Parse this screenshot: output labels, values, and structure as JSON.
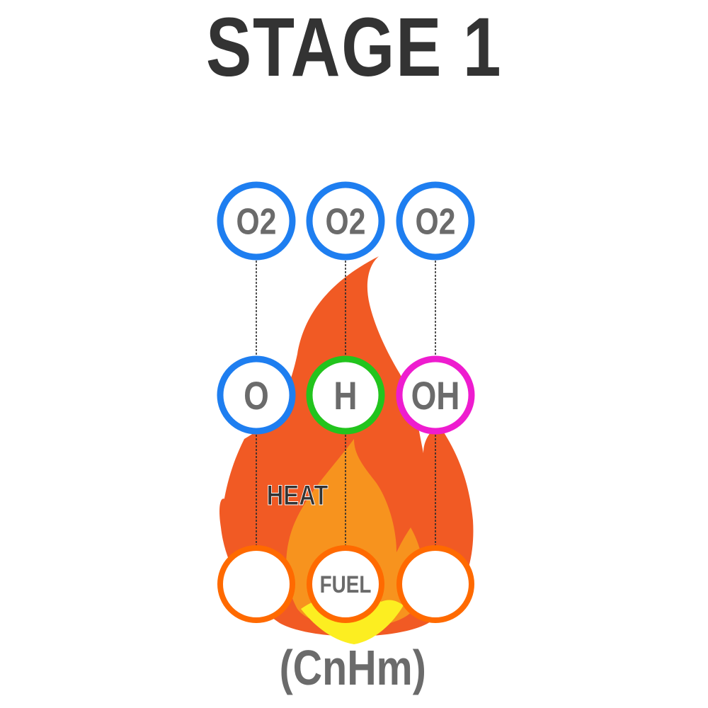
{
  "title": "STAGE 1",
  "formula": "(CnHm)",
  "heat_label": "HEAT",
  "colors": {
    "flame_outer": "#f15a24",
    "flame_mid": "#f7931e",
    "flame_inner": "#fcee21",
    "oxygen_ring": "#1e7ef0",
    "hydrogen_ring": "#22c41d",
    "hydroxyl_ring": "#ee1ccf",
    "fuel_ring": "#ff6a00",
    "text_gray": "#6b6b6b",
    "title_gray": "#333333"
  },
  "rows": {
    "top": [
      {
        "id": "o2-1",
        "label": "O2",
        "ring": "oxygen_ring"
      },
      {
        "id": "o2-2",
        "label": "O2",
        "ring": "oxygen_ring"
      },
      {
        "id": "o2-3",
        "label": "O2",
        "ring": "oxygen_ring"
      }
    ],
    "middle": [
      {
        "id": "o",
        "label": "O",
        "ring": "oxygen_ring"
      },
      {
        "id": "h",
        "label": "H",
        "ring": "hydrogen_ring"
      },
      {
        "id": "oh",
        "label": "OH",
        "ring": "hydroxyl_ring"
      }
    ],
    "bottom": [
      {
        "id": "fuel-left",
        "label": "",
        "ring": "fuel_ring"
      },
      {
        "id": "fuel-center",
        "label": "FUEL",
        "ring": "fuel_ring"
      },
      {
        "id": "fuel-right",
        "label": "",
        "ring": "fuel_ring"
      }
    ]
  }
}
